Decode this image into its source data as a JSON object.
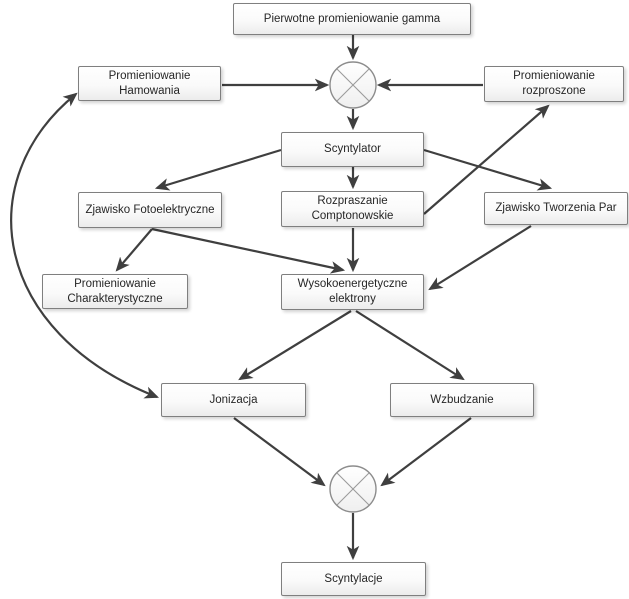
{
  "colors": {
    "arrow-color": "#3f3f3f",
    "node-border": "#7f7f7f",
    "node-text": "#262626",
    "junction-stroke": "#8c8c8c",
    "junction-cross": "#9b9b9b"
  },
  "nodes": {
    "gamma": {
      "label": "Pierwotne promieniowanie gamma"
    },
    "hamowania": {
      "label": "Promieniowanie Hamowania"
    },
    "rozproszone": {
      "label": "Promieniowanie rozproszone"
    },
    "scyntylator": {
      "label": "Scyntylator"
    },
    "fotoelektryczne": {
      "label": "Zjawisko Fotoelektryczne"
    },
    "comptonowskie": {
      "label": "Rozpraszanie Comptonowskie"
    },
    "par": {
      "label": "Zjawisko Tworzenia Par"
    },
    "charakterystyczne": {
      "label": "Promieniowanie Charakterystyczne"
    },
    "elektrony": {
      "label": "Wysokoenergetyczne elektrony"
    },
    "jonizacja": {
      "label": "Jonizacja"
    },
    "wzbudzanie": {
      "label": "Wzbudzanie"
    },
    "scyntylacje": {
      "label": "Scyntylacje"
    }
  },
  "junctions": [
    {
      "id": "junction-top",
      "symbol": "circled-x"
    },
    {
      "id": "junction-bottom",
      "symbol": "circled-x"
    }
  ],
  "edges": [
    {
      "from": "gamma",
      "to": "junction-top",
      "shape": "straight"
    },
    {
      "from": "hamowania",
      "to": "junction-top",
      "shape": "straight"
    },
    {
      "from": "rozproszone",
      "to": "junction-top",
      "shape": "straight"
    },
    {
      "from": "junction-top",
      "to": "scyntylator",
      "shape": "straight"
    },
    {
      "from": "scyntylator",
      "to": "fotoelektryczne",
      "shape": "straight"
    },
    {
      "from": "scyntylator",
      "to": "comptonowskie",
      "shape": "straight"
    },
    {
      "from": "scyntylator",
      "to": "par",
      "shape": "straight"
    },
    {
      "from": "comptonowskie",
      "to": "rozproszone",
      "shape": "straight"
    },
    {
      "from": "comptonowskie",
      "to": "elektrony",
      "shape": "straight"
    },
    {
      "from": "fotoelektryczne",
      "to": "charakterystyczne",
      "shape": "straight"
    },
    {
      "from": "fotoelektryczne",
      "to": "elektrony",
      "shape": "straight"
    },
    {
      "from": "par",
      "to": "elektrony",
      "shape": "straight"
    },
    {
      "from": "elektrony",
      "to": "jonizacja",
      "shape": "straight"
    },
    {
      "from": "elektrony",
      "to": "wzbudzanie",
      "shape": "straight"
    },
    {
      "from": "jonizacja",
      "to": "junction-bottom",
      "shape": "straight"
    },
    {
      "from": "wzbudzanie",
      "to": "junction-bottom",
      "shape": "straight"
    },
    {
      "from": "junction-bottom",
      "to": "scyntylacje",
      "shape": "straight"
    },
    {
      "from": "hamowania",
      "to": "jonizacja",
      "shape": "curved",
      "bidirectional": true
    }
  ]
}
